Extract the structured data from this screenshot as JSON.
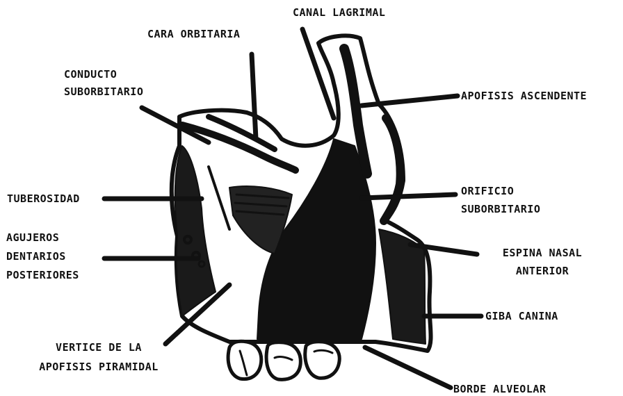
{
  "labels": {
    "canal_lagrimal": "CANAL LAGRIMAL",
    "cara_orbitaria": "CARA ORBITARIA",
    "conducto_suborbitario": [
      "CONDUCTO",
      "SUBORBITARIO"
    ],
    "apofisis_ascendente": "APOFISIS ASCENDENTE",
    "tuberosidad": "TUBEROSIDAD",
    "orificio_suborbitario": [
      "ORIFICIO",
      "SUBORBITARIO"
    ],
    "agujeros_dentarios_posteriores": [
      "AGUJEROS",
      "DENTARIOS",
      "POSTERIORES"
    ],
    "espina_nasal_anterior": [
      "ESPINA NASAL",
      "ANTERIOR"
    ],
    "giba_canina": "GIBA CANINA",
    "vertice_apofisis_piramidal": [
      "VERTICE DE LA",
      "APOFISIS PIRAMIDAL"
    ],
    "borde_alveolar": "BORDE ALVEOLAR"
  },
  "colors": {
    "ink": "#111111",
    "paper": "#ffffff"
  }
}
